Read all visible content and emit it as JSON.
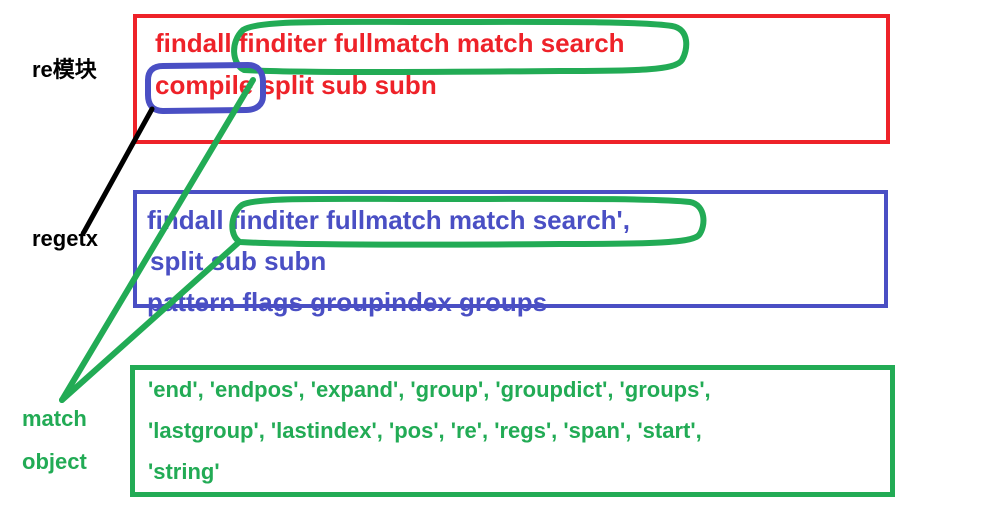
{
  "diagram": {
    "title_labels": {
      "re_module": "re模块",
      "regetx": "regetx",
      "match_object_line1": "match",
      "match_object_line2": "object"
    },
    "colors": {
      "red": "#ee2229",
      "blue": "#4a4fc4",
      "green": "#22ab55",
      "black": "#000000",
      "background": "#ffffff"
    },
    "boxes": [
      {
        "id": "re-module-box",
        "border_color": "#ee2229",
        "text_color": "#ee2229",
        "lines": [
          "findall  finditer  fullmatch  match   search",
          "compile  split   sub   subn"
        ]
      },
      {
        "id": "regetx-box",
        "border_color": "#4a4fc4",
        "text_color": "#4a4fc4",
        "lines": [
          "findall   finditer   fullmatch   match   search',",
          "split  sub  subn",
          "pattern   flags   groupindex   groups"
        ]
      },
      {
        "id": "match-object-box",
        "border_color": "#22ab55",
        "text_color": "#22ab55",
        "lines": [
          "'end', 'endpos', 'expand', 'group', 'groupdict', 'groups',",
          "'lastgroup', 'lastindex', 'pos', 're', 'regs', 'span', 'start',",
          "'string'"
        ]
      }
    ],
    "annotations": {
      "green_ellipse_top_label": "finditer fullmatch match search",
      "green_ellipse_mid_label": "finditer fullmatch match search',",
      "blue_rounded_rect_label": "compile",
      "black_line_label": "compile-to-regetx-connector",
      "green_arrow_label": "methods-to-match-object-arrow"
    }
  }
}
